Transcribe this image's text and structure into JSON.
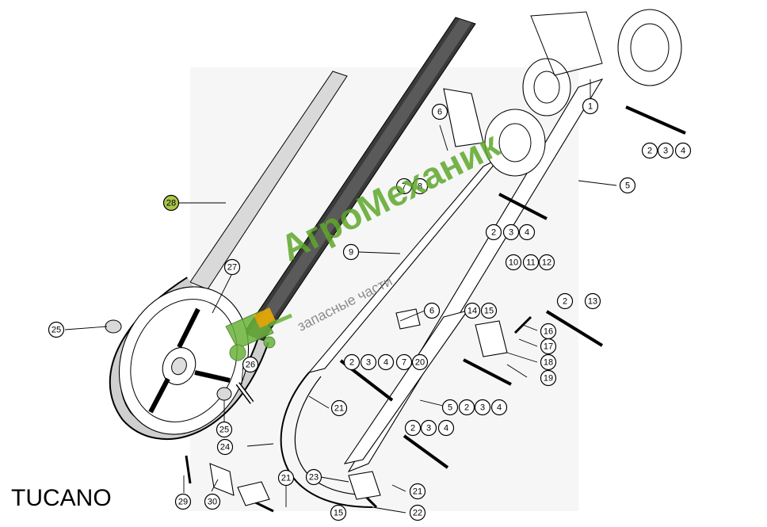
{
  "model_label": "TUCANO",
  "watermark": {
    "brand": "АгроМеханик",
    "tagline": "запасные части"
  },
  "callouts": [
    {
      "id": "c1",
      "label": "1"
    },
    {
      "id": "c2a",
      "label": "2"
    },
    {
      "id": "c3a",
      "label": "3"
    },
    {
      "id": "c4a",
      "label": "4"
    },
    {
      "id": "c5a",
      "label": "5"
    },
    {
      "id": "c6a",
      "label": "6"
    },
    {
      "id": "c7a",
      "label": "7"
    },
    {
      "id": "c8",
      "label": "8"
    },
    {
      "id": "c2b",
      "label": "2"
    },
    {
      "id": "c3b",
      "label": "3"
    },
    {
      "id": "c4b",
      "label": "4"
    },
    {
      "id": "c9",
      "label": "9"
    },
    {
      "id": "c10",
      "label": "10"
    },
    {
      "id": "c11",
      "label": "11"
    },
    {
      "id": "c12",
      "label": "12"
    },
    {
      "id": "c2c",
      "label": "2"
    },
    {
      "id": "c13",
      "label": "13"
    },
    {
      "id": "c6b",
      "label": "6"
    },
    {
      "id": "c14",
      "label": "14"
    },
    {
      "id": "c15a",
      "label": "15"
    },
    {
      "id": "c16",
      "label": "16"
    },
    {
      "id": "c17",
      "label": "17"
    },
    {
      "id": "c18",
      "label": "18"
    },
    {
      "id": "c19",
      "label": "19"
    },
    {
      "id": "c2d",
      "label": "2"
    },
    {
      "id": "c3c",
      "label": "3"
    },
    {
      "id": "c4c",
      "label": "4"
    },
    {
      "id": "c7b",
      "label": "7"
    },
    {
      "id": "c20",
      "label": "20"
    },
    {
      "id": "c5b",
      "label": "5"
    },
    {
      "id": "c2e",
      "label": "2"
    },
    {
      "id": "c3d",
      "label": "3"
    },
    {
      "id": "c4d",
      "label": "4"
    },
    {
      "id": "c21a",
      "label": "21"
    },
    {
      "id": "c2f",
      "label": "2"
    },
    {
      "id": "c3e",
      "label": "3"
    },
    {
      "id": "c4e",
      "label": "4"
    },
    {
      "id": "c24",
      "label": "24"
    },
    {
      "id": "c23",
      "label": "23"
    },
    {
      "id": "c21b",
      "label": "21"
    },
    {
      "id": "c21c",
      "label": "21"
    },
    {
      "id": "c22",
      "label": "22"
    },
    {
      "id": "c15b",
      "label": "15"
    },
    {
      "id": "c29",
      "label": "29"
    },
    {
      "id": "c30",
      "label": "30"
    },
    {
      "id": "c25a",
      "label": "25"
    },
    {
      "id": "c25b",
      "label": "25"
    },
    {
      "id": "c26",
      "label": "26"
    },
    {
      "id": "c27",
      "label": "27"
    },
    {
      "id": "c28",
      "label": "28",
      "highlight": true
    }
  ]
}
